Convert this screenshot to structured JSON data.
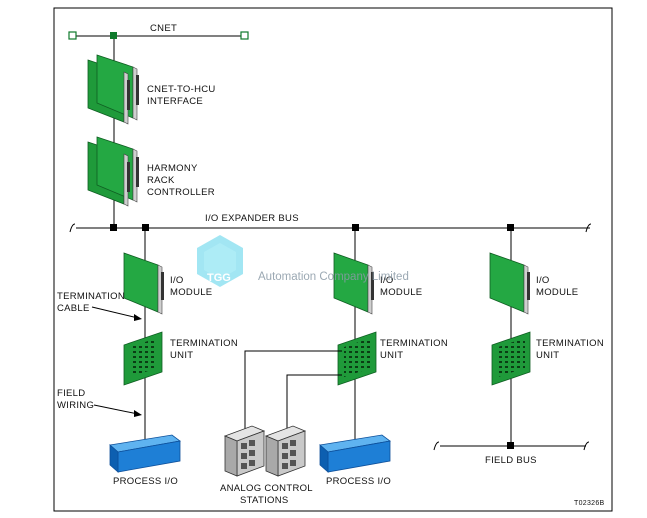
{
  "labels": {
    "cnet": "CNET",
    "cnet_interface": [
      "CNET-TO-HCU",
      "INTERFACE"
    ],
    "rack_controller": [
      "HARMONY",
      "RACK",
      "CONTROLLER"
    ],
    "bus": "I/O EXPANDER BUS",
    "io_module": [
      "I/O",
      "MODULE"
    ],
    "termination_cable": [
      "TERMINATION",
      "CABLE"
    ],
    "termination_unit": [
      "TERMINATION",
      "UNIT"
    ],
    "field_wiring": [
      "FIELD",
      "WIRING"
    ],
    "process_io": "PROCESS I/O",
    "analog_stations": [
      "ANALOG CONTROL",
      "STATIONS"
    ],
    "field_bus": "FIELD BUS",
    "figure_id": "T02326B"
  },
  "watermark": {
    "logo_text": "TGG",
    "text": "Automation Company Limited"
  },
  "colors": {
    "board_green": "#1f9a3a",
    "board_dark": "#0f5e22",
    "device_blue": "#1e7fd6",
    "device_blue_dark": "#0d4f9a",
    "cabinet_gray": "#c9c9c9",
    "watermark_cyan": "#38c8e6"
  }
}
